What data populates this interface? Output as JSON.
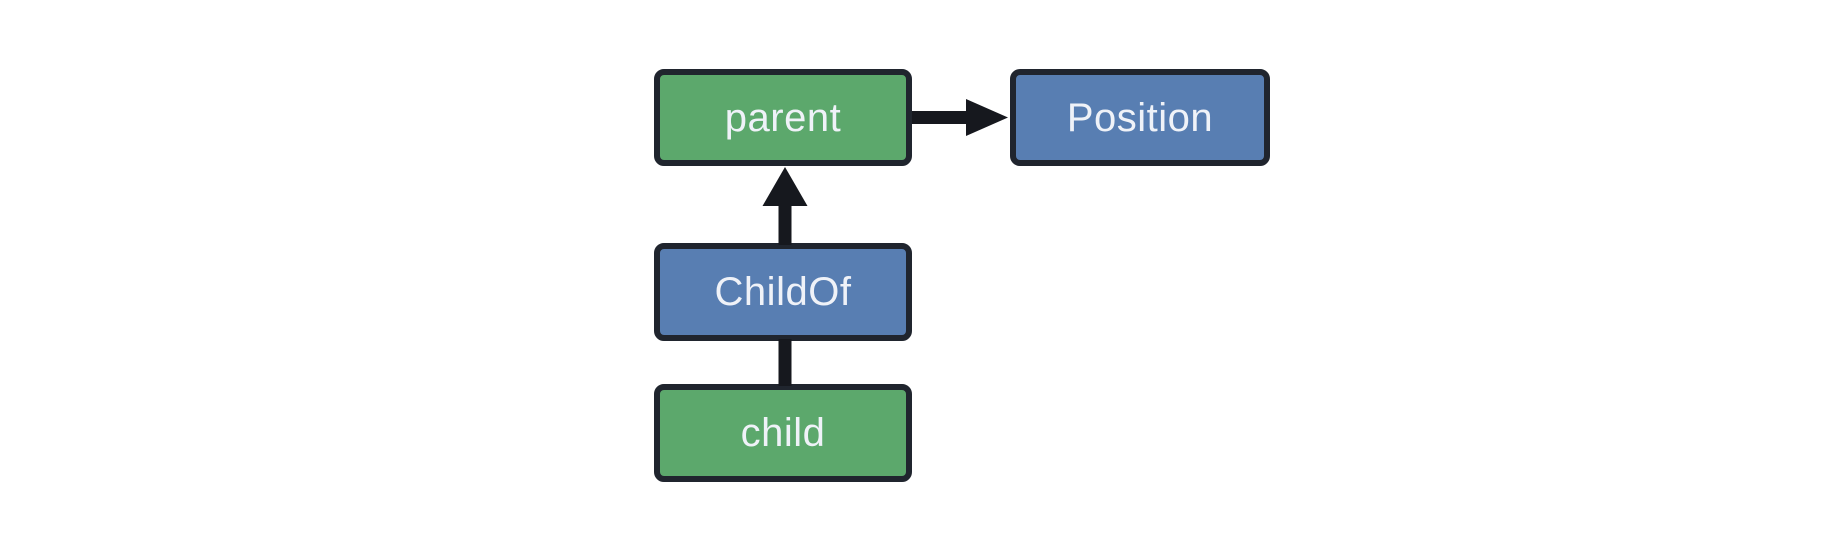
{
  "diagram": {
    "background": "#ffffff",
    "colors": {
      "entity_fill": "#5ca86c",
      "component_fill": "#587eb2",
      "node_border": "#20252e",
      "arrow": "#16181e",
      "node_text": "#eff2f8"
    },
    "nodes": [
      {
        "id": "parent",
        "label": "parent",
        "type": "entity"
      },
      {
        "id": "Position",
        "label": "Position",
        "type": "component"
      },
      {
        "id": "ChildOf",
        "label": "ChildOf",
        "type": "component"
      },
      {
        "id": "child",
        "label": "child",
        "type": "entity"
      }
    ],
    "edges": [
      {
        "from": "parent",
        "to": "Position",
        "style": "arrow",
        "direction": "right"
      },
      {
        "from": "ChildOf",
        "to": "parent",
        "style": "arrow",
        "direction": "up"
      },
      {
        "from": "child",
        "to": "ChildOf",
        "style": "line",
        "direction": "up"
      }
    ]
  }
}
